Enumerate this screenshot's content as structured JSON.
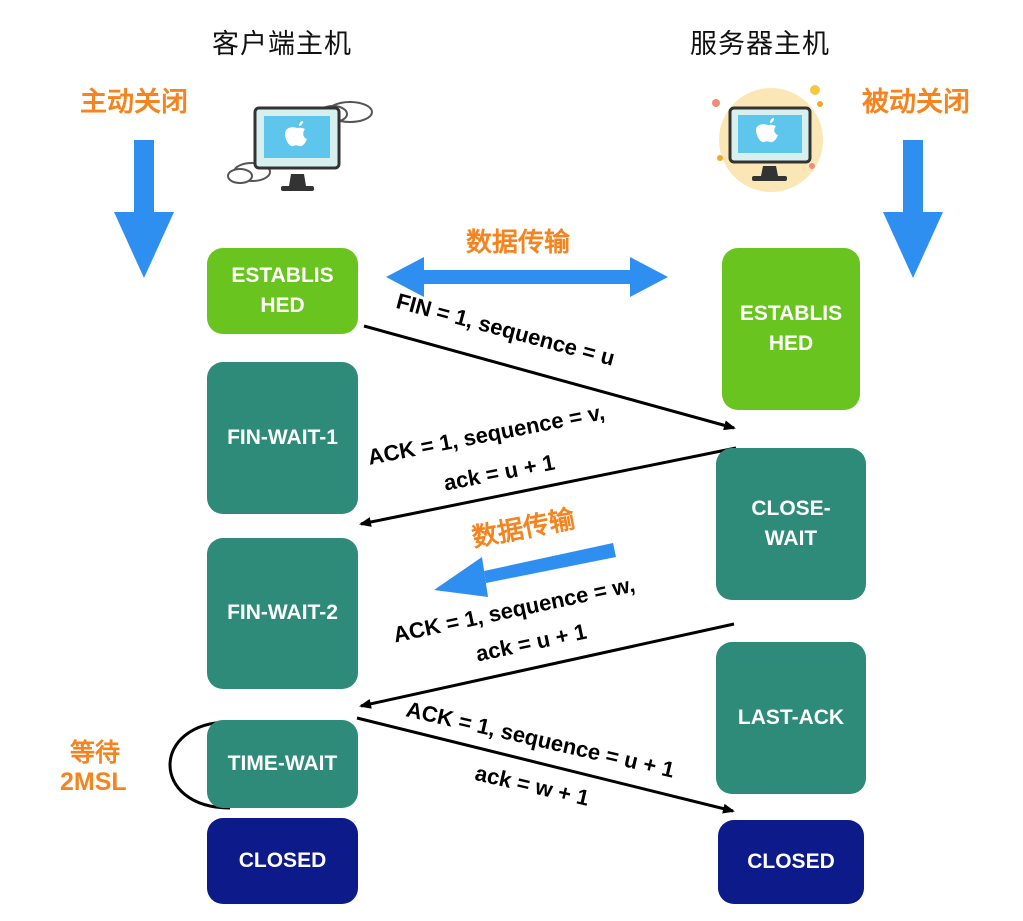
{
  "hosts": {
    "client_title": "客户端主机",
    "server_title": "服务器主机",
    "client_close_label": "主动关闭",
    "server_close_label": "被动关闭"
  },
  "client_states": {
    "established": "ESTABLIS\nHED",
    "fin_wait_1": "FIN-WAIT-1",
    "fin_wait_2": "FIN-WAIT-2",
    "time_wait": "TIME-WAIT",
    "closed": "CLOSED"
  },
  "server_states": {
    "established": "ESTABLIS\nHED",
    "close_wait": "CLOSE-\nWAIT",
    "last_ack": "LAST-ACK",
    "closed": "CLOSED"
  },
  "data_transfer": {
    "top_label": "数据传输",
    "mid_label": "数据传输"
  },
  "messages": {
    "m1": "FIN = 1, sequence = u",
    "m2_line1": "ACK = 1, sequence = v,",
    "m2_line2": "ack = u + 1",
    "m3_line1": "ACK = 1, sequence = w,",
    "m3_line2": "ack = u + 1",
    "m4_line1": "ACK = 1, sequence = u + 1",
    "m4_line2": "ack = w + 1"
  },
  "wait": {
    "line1": "等待",
    "line2": "2MSL"
  },
  "colors": {
    "orange": "#f5841f",
    "blue_arrow": "#2f8ff0",
    "established": "#6ac41f",
    "wait_state": "#2e8b7a",
    "closed": "#0d1a8a"
  },
  "icons": {
    "client": "computer-with-clouds-icon",
    "server": "computer-circle-icon"
  }
}
